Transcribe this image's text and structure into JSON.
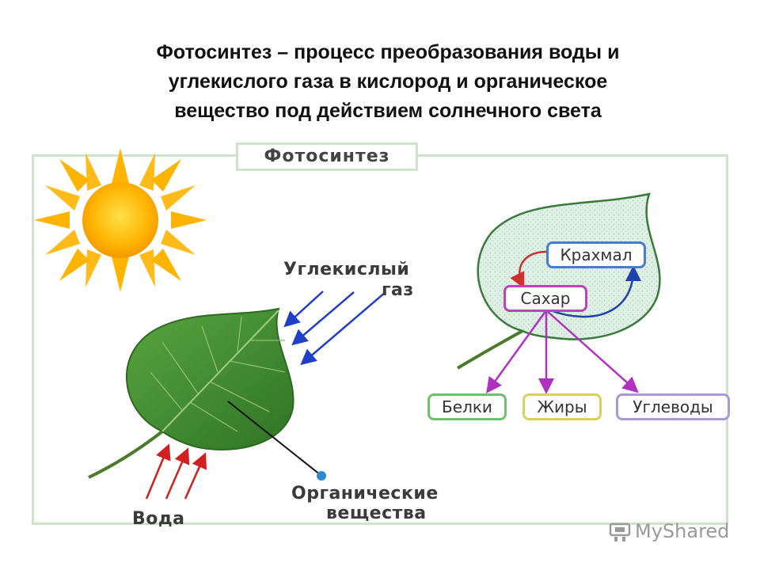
{
  "heading": {
    "line1": "Фотосинтез – процесс преобразования воды и",
    "line2": "углекислого газа в кислород и органическое",
    "line3": "вещество под действием солнечного света"
  },
  "diagram": {
    "title": "Фотосинтез",
    "co2_label_1": "Углекислый",
    "co2_label_2": "газ",
    "water_label": "Вода",
    "organic_label_1": "Органические",
    "organic_label_2": "вещества",
    "starch": "Крахмал",
    "sugar": "Сахар",
    "proteins": "Белки",
    "fats": "Жиры",
    "carbs": "Углеводы"
  },
  "watermark": {
    "text": "MyShared"
  },
  "colors": {
    "sun": "#ffb400",
    "leaf": "#3f8a2e",
    "co2_arrow": "#1f3fc8",
    "water_arrow": "#d02020",
    "sugar_arrow": "#b030c0",
    "starch_border": "#4a7bd0",
    "sugar_border": "#c040c0",
    "proteins_border": "#6fc06f",
    "fats_border": "#d8d060",
    "carbs_border": "#a89ad8",
    "frame": "#cfe3cb"
  }
}
